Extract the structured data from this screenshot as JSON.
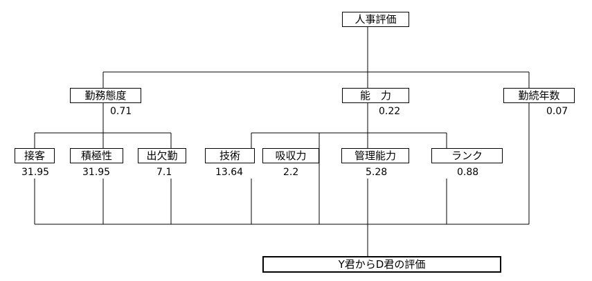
{
  "diagram": {
    "root": {
      "label": "人事評価"
    },
    "criteria": [
      {
        "id": "attitude",
        "label": "勤務態度",
        "weight": "0.71"
      },
      {
        "id": "ability",
        "label": "能　力",
        "weight": "0.22"
      },
      {
        "id": "tenure",
        "label": "勤続年数",
        "weight": "0.07"
      }
    ],
    "subcriteria": [
      {
        "id": "reception",
        "label": "接客",
        "value": "31.95"
      },
      {
        "id": "initiative",
        "label": "積極性",
        "value": "31.95"
      },
      {
        "id": "attendance",
        "label": "出欠勤",
        "value": "7.1"
      },
      {
        "id": "technique",
        "label": "技術",
        "value": "13.64"
      },
      {
        "id": "absorption",
        "label": "吸収力",
        "value": "2.2"
      },
      {
        "id": "management",
        "label": "管理能力",
        "value": "5.28"
      },
      {
        "id": "rank",
        "label": "ランク",
        "value": "0.88"
      }
    ],
    "goal": {
      "label": "Y君からD君の評価"
    }
  }
}
